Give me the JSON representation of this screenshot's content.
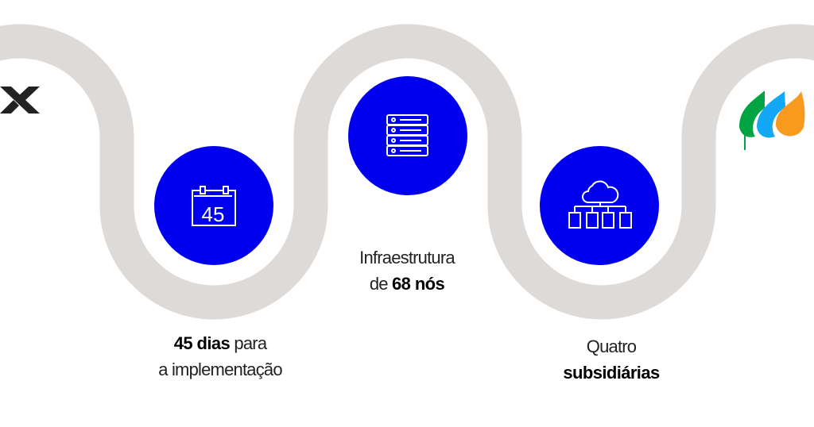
{
  "colors": {
    "path": "#dedad8",
    "circle": "#0000ee",
    "text": "#111111"
  },
  "milestones": [
    {
      "icon": "calendar-icon",
      "icon_text": "45",
      "bold": "45 dias",
      "normal": "para",
      "line2": "a implementação"
    },
    {
      "icon": "server-rack-icon",
      "line1": "Infraestrutura",
      "normal": "de",
      "bold": "68 nós"
    },
    {
      "icon": "cloud-network-icon",
      "line1": "Quatro",
      "bold": "subsidiárias"
    }
  ],
  "logos": {
    "left": "x-logo",
    "right": "iberdrola-leaves-logo"
  }
}
